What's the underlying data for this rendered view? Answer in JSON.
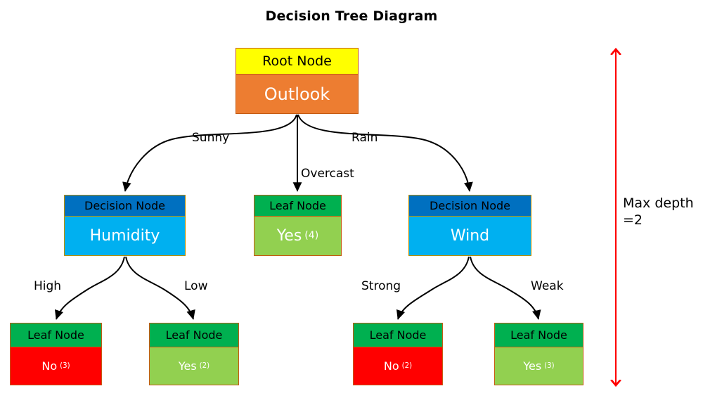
{
  "title": "Decision Tree Diagram",
  "nodes": {
    "root": {
      "header": "Root Node",
      "label": "Outlook",
      "header_color": "#ffff00",
      "body_color": "#ed7d31"
    },
    "humidity": {
      "header": "Decision Node",
      "label": "Humidity",
      "header_color": "#0070c0",
      "body_color": "#00b0f0"
    },
    "wind": {
      "header": "Decision Node",
      "label": "Wind",
      "header_color": "#0070c0",
      "body_color": "#00b0f0"
    },
    "overcast_leaf": {
      "header": "Leaf Node",
      "label": "Yes",
      "count": "(4)",
      "header_color": "#00b050",
      "body_color": "#92d050"
    },
    "high_leaf": {
      "header": "Leaf Node",
      "label": "No",
      "count": "(3)",
      "header_color": "#00b050",
      "body_color": "#ff0000"
    },
    "low_leaf": {
      "header": "Leaf Node",
      "label": "Yes",
      "count": "(2)",
      "header_color": "#00b050",
      "body_color": "#92d050"
    },
    "strong_leaf": {
      "header": "Leaf Node",
      "label": "No",
      "count": "(2)",
      "header_color": "#00b050",
      "body_color": "#ff0000"
    },
    "weak_leaf": {
      "header": "Leaf Node",
      "label": "Yes",
      "count": "(3)",
      "header_color": "#00b050",
      "body_color": "#92d050"
    }
  },
  "edges": {
    "sunny": "Sunny",
    "overcast": "Overcast",
    "rain": "Rain",
    "high": "High",
    "low": "Low",
    "strong": "Strong",
    "weak": "Weak"
  },
  "annotation": {
    "depth_line1": "Max depth",
    "depth_line2": "=2",
    "arrow_color": "#ff0000"
  }
}
